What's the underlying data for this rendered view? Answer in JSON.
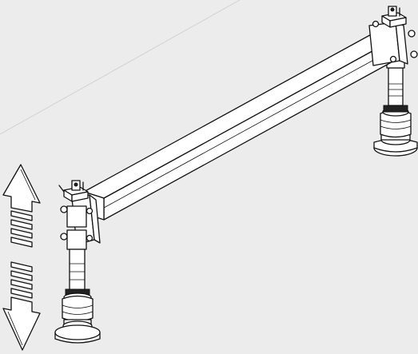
{
  "figure": {
    "background_color": "#ececec",
    "line_color": "#111111",
    "fill_color": "#ffffff",
    "components": [
      "lifting-beam",
      "left-column",
      "right-column",
      "left-suction-cup",
      "right-suction-cup",
      "left-valve",
      "right-valve",
      "up-arrow-icon",
      "down-arrow-icon"
    ]
  }
}
